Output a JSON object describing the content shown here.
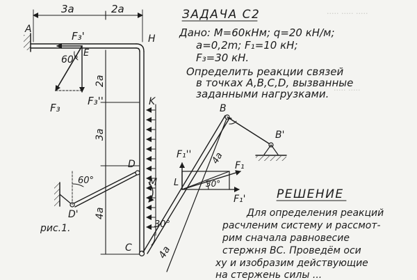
{
  "problem": {
    "title": "ЗАДАЧА С2",
    "given_lines": [
      "Дано:  M=60кНм;  q=20 кН/м;",
      "a=0,2m;  F₁=10 кН;",
      "F₃=30 кН."
    ],
    "task_lines": [
      "Определить реакции связей",
      "в точках A,B,C,D, вызванные",
      "заданными нагрузками."
    ]
  },
  "figure": {
    "caption": "рис.1.",
    "dims": {
      "top_left": "3a",
      "top_right": "2a",
      "vert_upper": "2a",
      "vert_mid": "3a",
      "vert_lower": "4a",
      "rod_BC": "4a",
      "rod_BL": "4a"
    },
    "points": {
      "A": "A",
      "E": "E",
      "H": "H",
      "K": "K",
      "D": "D",
      "D_prime": "D'",
      "C": "C",
      "M": "M",
      "B": "B",
      "B_prime": "B'",
      "L": "L"
    },
    "angles": {
      "at_E": "60°",
      "at_D": "60°",
      "at_C": "30°",
      "at_L": "30°"
    },
    "forces": {
      "F3_prime": "F₃'",
      "F3": "F₃",
      "F3_double": "F₃''",
      "F1_double": "F₁''",
      "F1": "F₁",
      "F1_prime": "F₁'"
    }
  },
  "solution": {
    "heading": "РЕШЕНИЕ",
    "lines": [
      "Для определения реакций",
      "расчленим систему и рассмот-",
      "рим сначала равновесие",
      "стержня BC. Проведём оси",
      "xy и изобразим действующие",
      "на стержень силы ..."
    ]
  },
  "colors": {
    "ink": "#1c1c1c",
    "paper": "#f4f4f1",
    "bleed": "#c9c9c3"
  }
}
